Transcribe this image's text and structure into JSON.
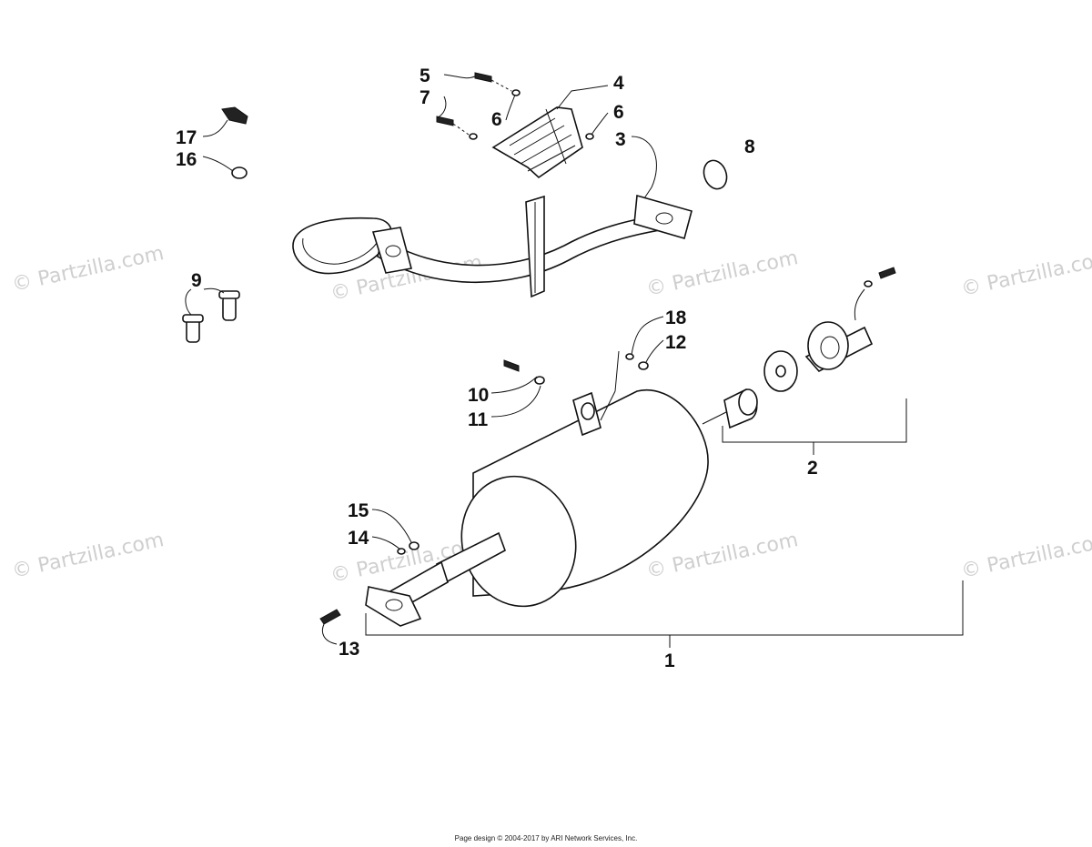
{
  "watermark": "© Partzilla.com",
  "footer": "Page design © 2004-2017 by ARI Network Services, Inc.",
  "callouts": [
    "1",
    "2",
    "3",
    "4",
    "5",
    "6",
    "7",
    "8",
    "9",
    "10",
    "11",
    "12",
    "13",
    "14",
    "15",
    "16",
    "17",
    "18"
  ]
}
